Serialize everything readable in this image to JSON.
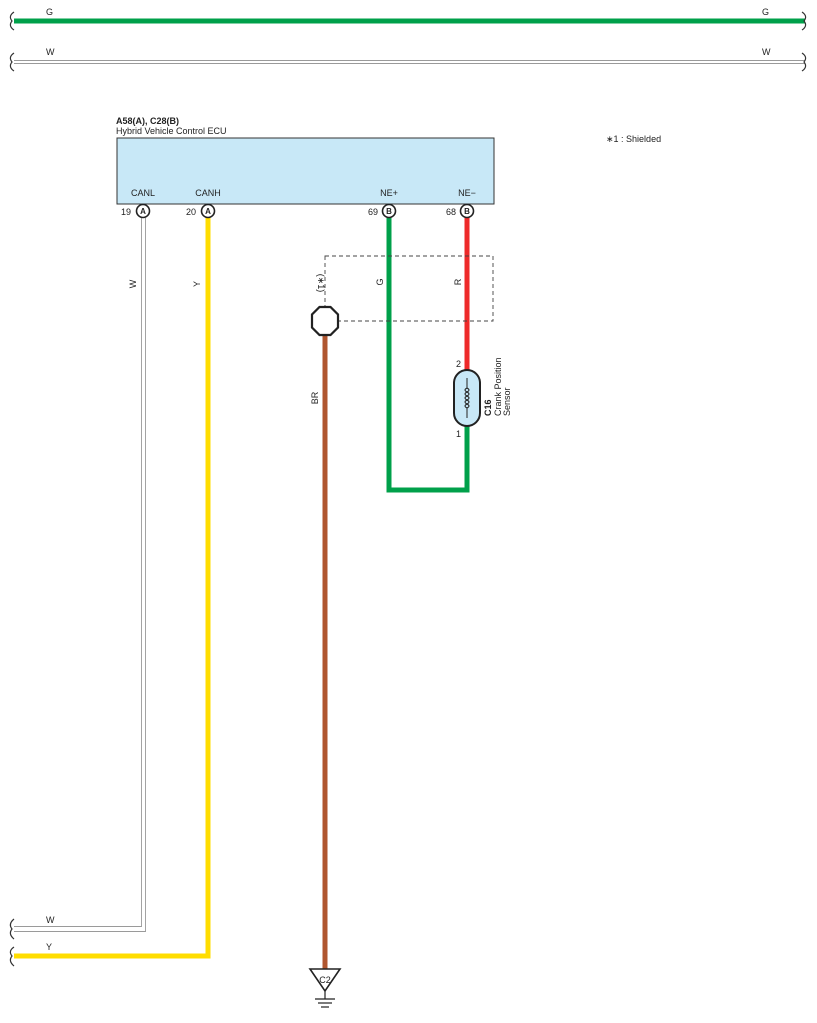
{
  "wires": {
    "top_green": {
      "left_color": "G",
      "right_color": "G"
    },
    "top_white": {
      "left_color": "W",
      "right_color": "W"
    },
    "canl_vertical": "W",
    "canh_vertical": "Y",
    "bottom_white": "W",
    "bottom_yellow": "Y",
    "ground_wire": "BR",
    "ne_plus_wire": "G",
    "ne_minus_wire": "R"
  },
  "ecu": {
    "code": "A58(A), C28(B)",
    "name": "Hybrid Vehicle Control ECU",
    "terminals": [
      {
        "signal": "CANL",
        "pin": "19",
        "connector": "A"
      },
      {
        "signal": "CANH",
        "pin": "20",
        "connector": "A"
      },
      {
        "signal": "NE+",
        "pin": "69",
        "connector": "B"
      },
      {
        "signal": "NE−",
        "pin": "68",
        "connector": "B"
      }
    ]
  },
  "shield": {
    "marker": "(∗1)"
  },
  "sensor": {
    "code": "C16",
    "name_line1": "Crank Position",
    "name_line2": "Sensor",
    "pin_top": "2",
    "pin_bottom": "1"
  },
  "ground": {
    "code": "C2"
  },
  "note": {
    "text": "∗1 :  Shielded"
  },
  "colors": {
    "green": "#00a04a",
    "white_wire": "#9a9a9a",
    "yellow": "#ffdd00",
    "red": "#ee2a2a",
    "brown": "#b0562f",
    "ecu_fill": "#c8e8f7",
    "sensor_fill": "#c8e8f7"
  }
}
